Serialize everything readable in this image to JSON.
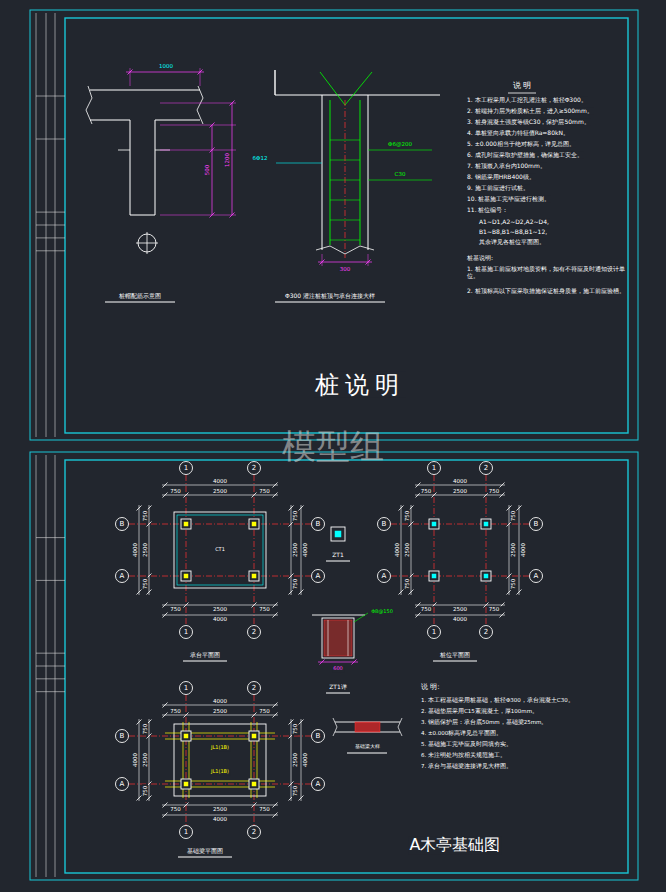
{
  "diagram": {
    "nodes": [
      {
        "text": [
          "1"
        ]
      },
      {
        "text": [
          "2"
        ]
      },
      {
        "text": [
          "1"
        ]
      },
      {
        "text": [
          "2"
        ]
      },
      {
        "text": [
          "B"
        ]
      },
      {
        "text": [
          "A"
        ]
      },
      {
        "text": [
          "B"
        ]
      },
      {
        "text": [
          "A"
        ]
      },
      {
        "text": [
          "1"
        ]
      },
      {
        "text": [
          "2"
        ]
      },
      {
        "text": [
          "1"
        ]
      },
      {
        "text": [
          "2"
        ]
      },
      {
        "text": [
          "B"
        ]
      },
      {
        "text": [
          "A"
        ]
      },
      {
        "text": [
          "B"
        ]
      },
      {
        "text": [
          "A"
        ]
      },
      {
        "text": [
          "1"
        ]
      },
      {
        "text": [
          "2"
        ]
      },
      {
        "text": [
          "1"
        ]
      },
      {
        "text": [
          "2"
        ]
      },
      {
        "text": [
          "B"
        ]
      },
      {
        "text": [
          "A"
        ]
      },
      {
        "text": [
          "B"
        ]
      },
      {
        "text": [
          "A"
        ]
      }
    ],
    "labels": [
      "桩说明",
      "模型组",
      "说 明",
      "1. 本工程采用人工挖孔灌注桩，桩径Φ300。",
      "2. 桩端持力层为粉质粘土层，进入≥500mm。",
      "3. 桩身混凝土强度等级C30，保护层50mm。",
      "4. 单桩竖向承载力特征值Ra=80kN。",
      "5. ±0.000相当于绝对标高，详见总图。",
      "6. 成孔时应采取护壁措施，确保施工安全。",
      "7. 桩顶嵌入承台内100mm。",
      "8. 钢筋采用HRB400级。",
      "9. 施工前应进行试桩。",
      "10. 桩基施工完毕应进行检测。",
      "11. 桩位编号：",
      "A1~D1,A2~D2,A2~D4,",
      "B1~B8,B1~B8,B1~12,",
      "其余详见各桩位平面图。",
      "桩基说明:",
      "1. 桩基施工前应核对地质资料，如有不符应及时通知设计单位。",
      "2. 桩顶标高以下应采取措施保证桩身质量，施工前应验槽。",
      "桩帽配筋示意图",
      "Φ300 灌注桩桩顶与承台连接大样",
      "1000",
      "500",
      "1200",
      "6Φ12",
      "Φ6@200",
      "C30",
      "300",
      "ZT1",
      "ZT1详",
      "600",
      "Φ8@150",
      "基础梁大样",
      "承台平面图",
      "桩位平面图",
      "基础梁平面图",
      "说 明:",
      "1. 本工程基础采用桩基础，桩径Φ300，承台混凝土C30。",
      "2. 基础垫层采用C15素混凝土，厚100mm。",
      "3. 钢筋保护层：承台底50mm，基础梁25mm。",
      "4. ±0.000标高详见总平面图。",
      "5. 基础施工完毕应及时回填夯实。",
      "6. 未注明处均按相关规范施工。",
      "7. 承台与基础梁连接详见大样图。",
      "A木亭基础图",
      "JL1(1B)",
      "JL1(1B)",
      "CT1",
      "4000",
      "750",
      "2500",
      "750",
      "750",
      "2500",
      "750",
      "4000",
      "4000",
      "750",
      "2500",
      "750",
      "750",
      "2500",
      "750",
      "4000",
      "4000",
      "750",
      "2500",
      "750",
      "750",
      "2500",
      "750",
      "4000",
      "4000",
      "750",
      "2500",
      "750",
      "750",
      "2500",
      "750",
      "4000",
      "4000",
      "750",
      "2500",
      "750",
      "750",
      "2500",
      "750",
      "4000",
      "4000",
      "750",
      "2500",
      "750",
      "750",
      "2500",
      "750",
      "4000"
    ]
  }
}
